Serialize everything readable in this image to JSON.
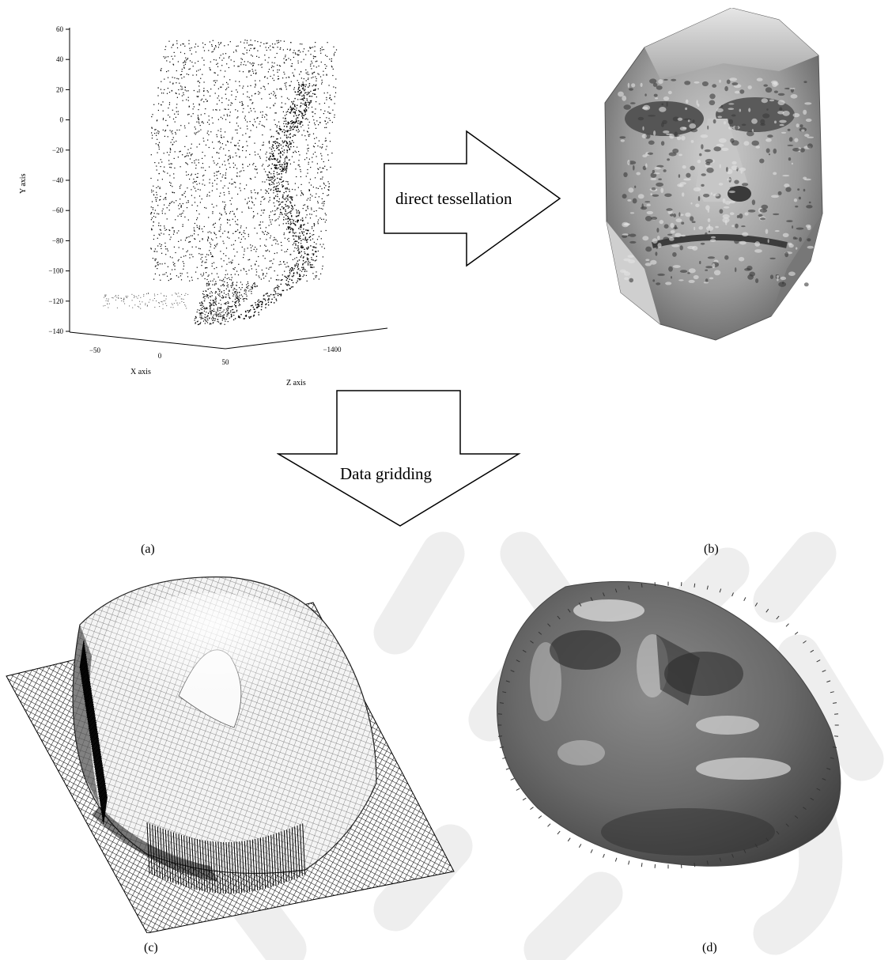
{
  "panels": {
    "a": {
      "label": "(a)",
      "plot": {
        "y_axis_label": "Y axis",
        "x_axis_label": "X axis",
        "z_axis_label": "Z axis",
        "y_ticks": [
          "60",
          "40",
          "20",
          "0",
          "−20",
          "−40",
          "−60",
          "−80",
          "−100",
          "−120",
          "−140"
        ],
        "x_ticks": [
          "−50",
          "0",
          "50"
        ],
        "z_ticks": [
          "−1400"
        ]
      }
    },
    "b": {
      "label": "(b)"
    },
    "c": {
      "label": "(c)"
    },
    "d": {
      "label": "(d)"
    }
  },
  "flows": {
    "tessellation": {
      "text": "direct tessellation"
    },
    "gridding": {
      "text": "Data gridding"
    }
  },
  "colors": {
    "ink": "#000000",
    "watermark": "#eeeeee",
    "face_light": "#d8d8d8",
    "face_dark": "#4a4a4a"
  }
}
